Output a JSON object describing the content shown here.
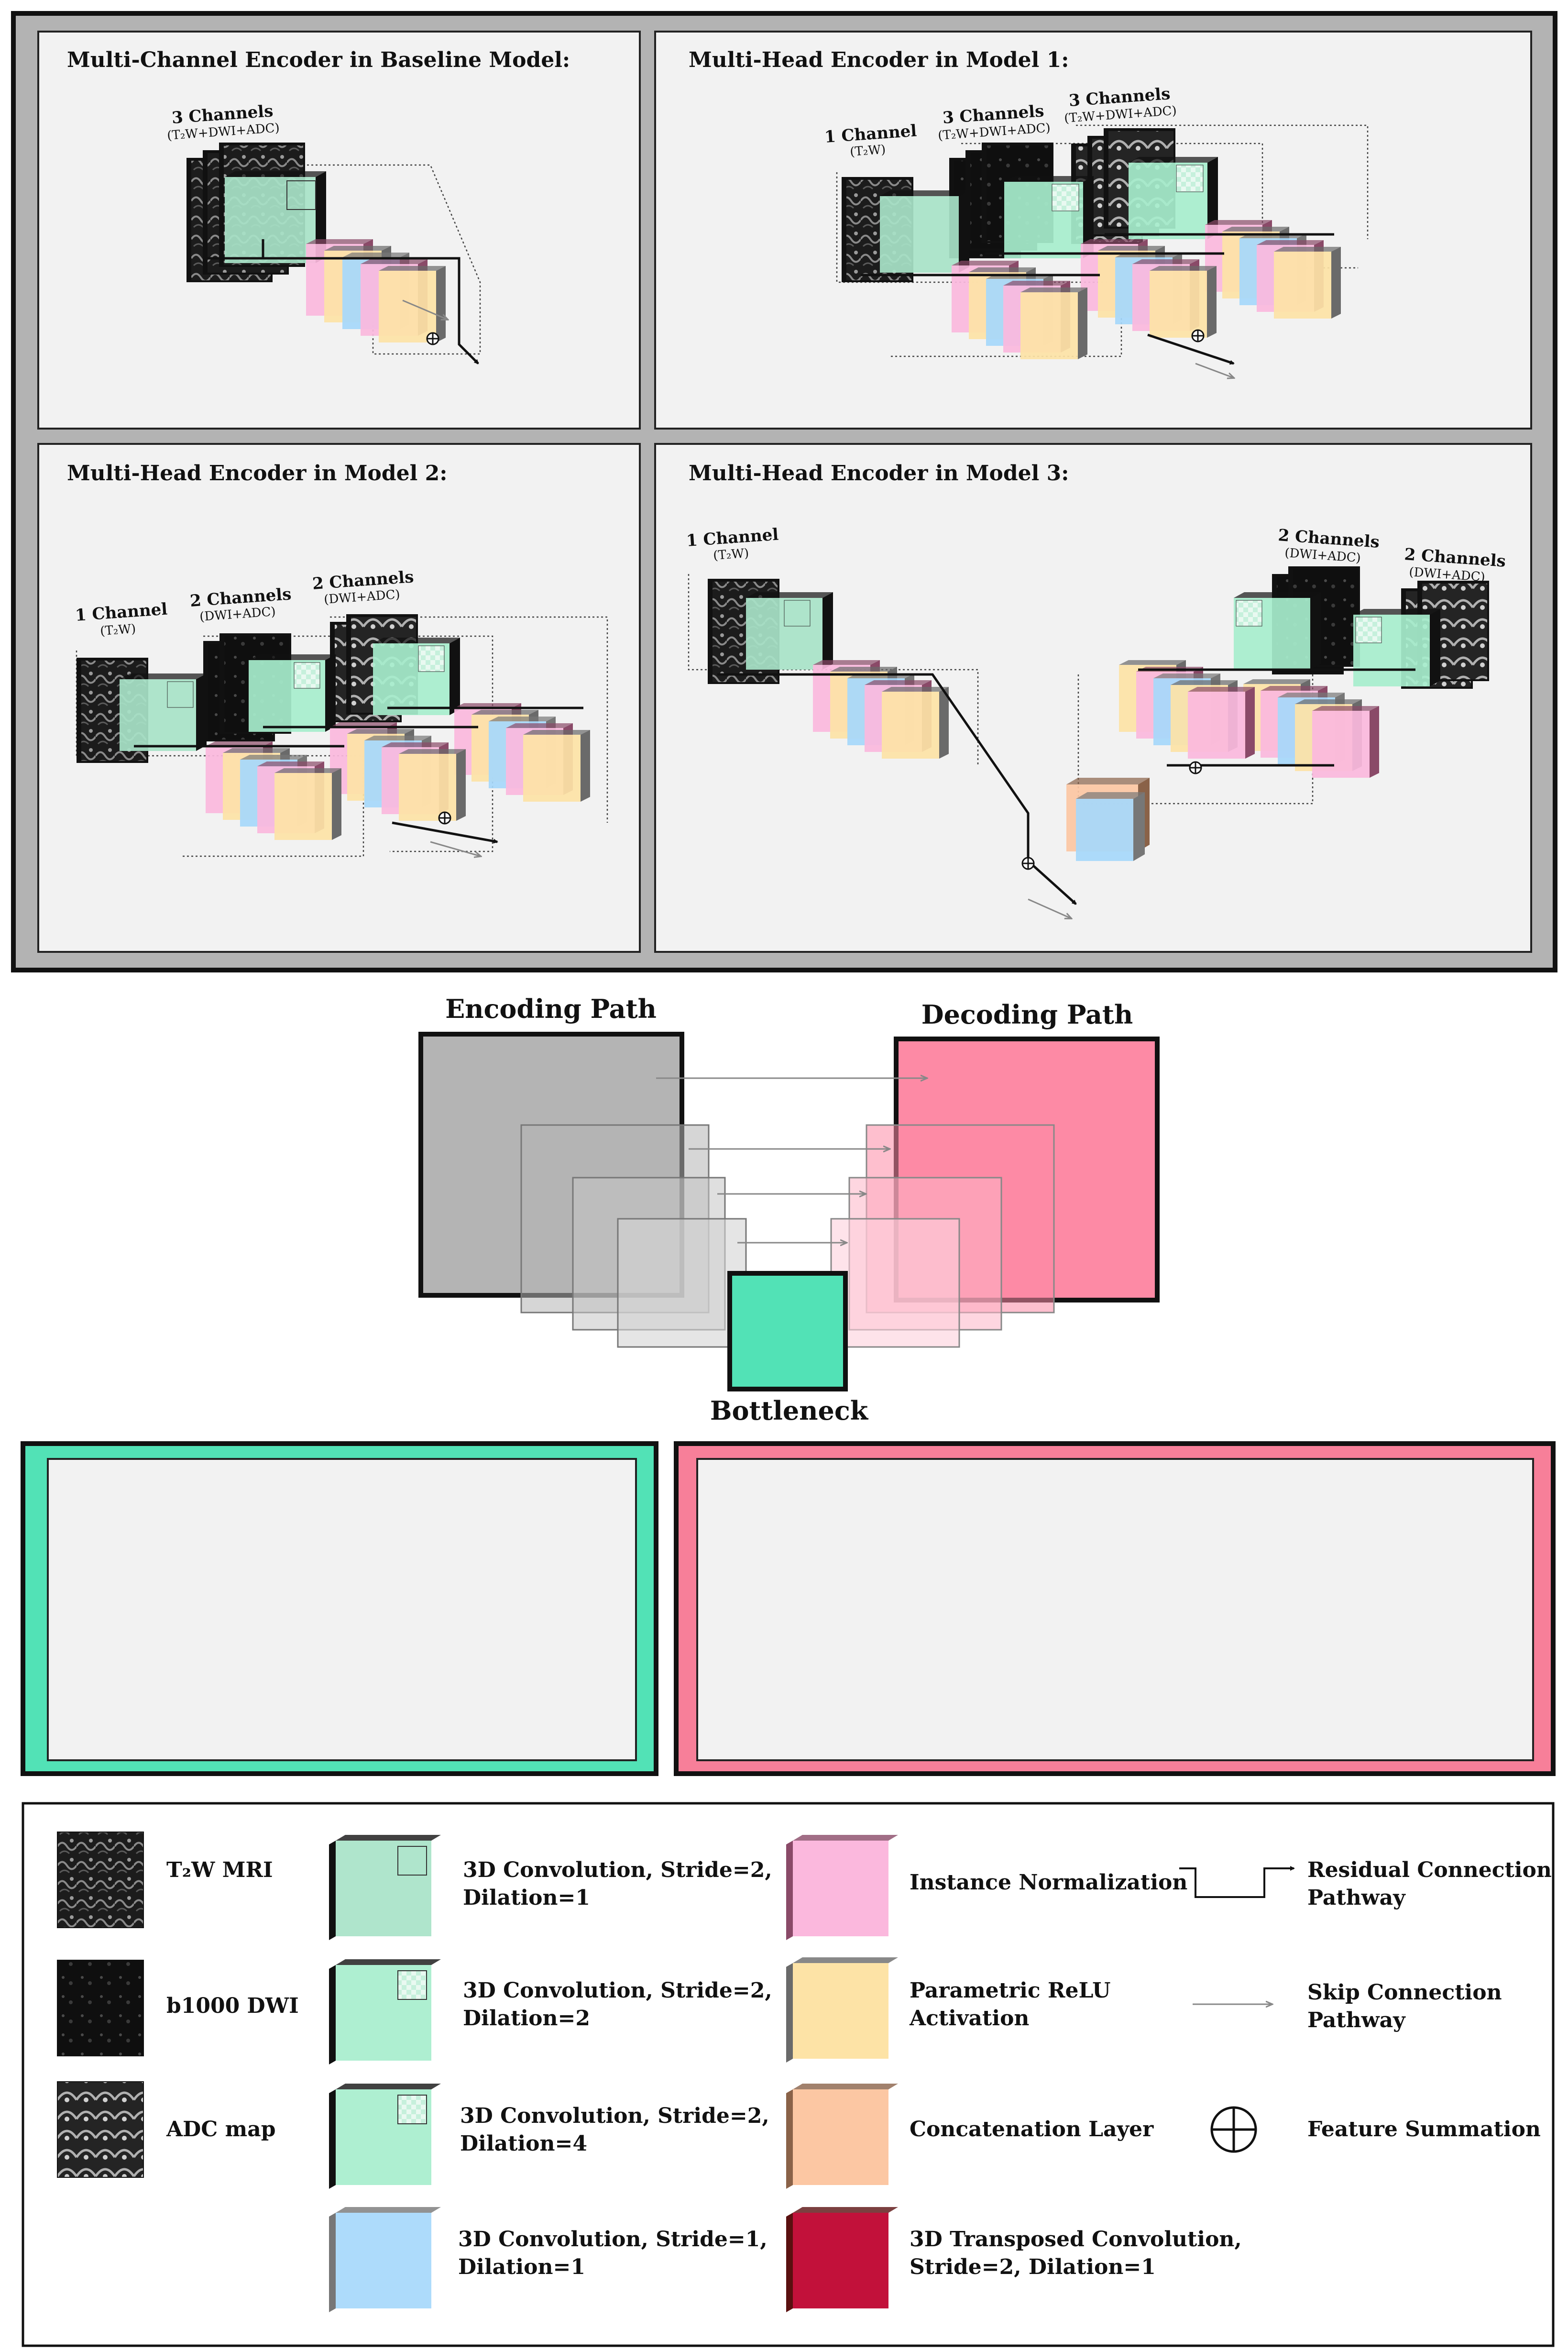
{
  "panels": {
    "baseline": {
      "title": "Multi-Channel Encoder in Baseline Model:",
      "input": {
        "count": "3 Channels",
        "detail": "(T₂W+DWI+ADC)"
      }
    },
    "model1": {
      "title": "Multi-Head Encoder in Model 1:",
      "inputs": [
        {
          "count": "1 Channel",
          "detail": "(T₂W)"
        },
        {
          "count": "3 Channels",
          "detail": "(T₂W+DWI+ADC)"
        },
        {
          "count": "3 Channels",
          "detail": "(T₂W+DWI+ADC)"
        }
      ]
    },
    "model2": {
      "title": "Multi-Head Encoder in Model 2:",
      "inputs": [
        {
          "count": "1 Channel",
          "detail": "(T₂W)"
        },
        {
          "count": "2 Channels",
          "detail": "(DWI+ADC)"
        },
        {
          "count": "2 Channels",
          "detail": "(DWI+ADC)"
        }
      ]
    },
    "model3": {
      "title": "Multi-Head Encoder in Model 3:",
      "inputs": [
        {
          "count": "1 Channel",
          "detail": "(T₂W)"
        },
        {
          "count": "2 Channels",
          "detail": "(DWI+ADC)"
        },
        {
          "count": "2 Channels",
          "detail": "(DWI+ADC)"
        }
      ]
    }
  },
  "unet": {
    "encoding": "Encoding Path",
    "decoding": "Decoding Path",
    "bottleneck": "Bottleneck"
  },
  "colors": {
    "conv_d1": "#a8e3c8",
    "conv_d2": "#a7eecd",
    "conv_d4": "#a7eecd",
    "conv_s1": "#a6d8fb",
    "instnorm": "#fbb8dd",
    "prelu": "#fde3a6",
    "concat": "#fcc7a3",
    "transconv": "#c2113a",
    "encoder_gray": "#b4b4b4",
    "decoder_pink": "#fd8aa5",
    "bottleneck_green": "#52e2b6",
    "panel_bg": "#f2f2f2",
    "frame_gray": "#b3b3b3"
  },
  "legend": {
    "col1": [
      {
        "icon": "t2w-mri-thumbnail",
        "label": "T₂W MRI"
      },
      {
        "icon": "dwi-thumbnail",
        "label": "b1000 DWI"
      },
      {
        "icon": "adc-thumbnail",
        "label": "ADC map"
      }
    ],
    "col2": [
      {
        "l1": "3D Convolution, Stride=2,",
        "l2": "Dilation=1"
      },
      {
        "l1": "3D Convolution, Stride=2,",
        "l2": "Dilation=2"
      },
      {
        "l1": "3D Convolution, Stride=2,",
        "l2": "Dilation=4"
      },
      {
        "l1": "3D Convolution, Stride=1,",
        "l2": "Dilation=1"
      }
    ],
    "col3": [
      {
        "l1": "Instance Normalization",
        "l2": ""
      },
      {
        "l1": "Parametric ReLU",
        "l2": "Activation"
      },
      {
        "l1": "Concatenation Layer",
        "l2": ""
      },
      {
        "l1": "3D Transposed Convolution,",
        "l2": "Stride=2, Dilation=1"
      }
    ],
    "col4": [
      {
        "l1": "Residual Connection",
        "l2": "Pathway"
      },
      {
        "l1": "Skip Connection",
        "l2": "Pathway"
      },
      {
        "l1": "Feature Summation",
        "l2": ""
      }
    ]
  }
}
